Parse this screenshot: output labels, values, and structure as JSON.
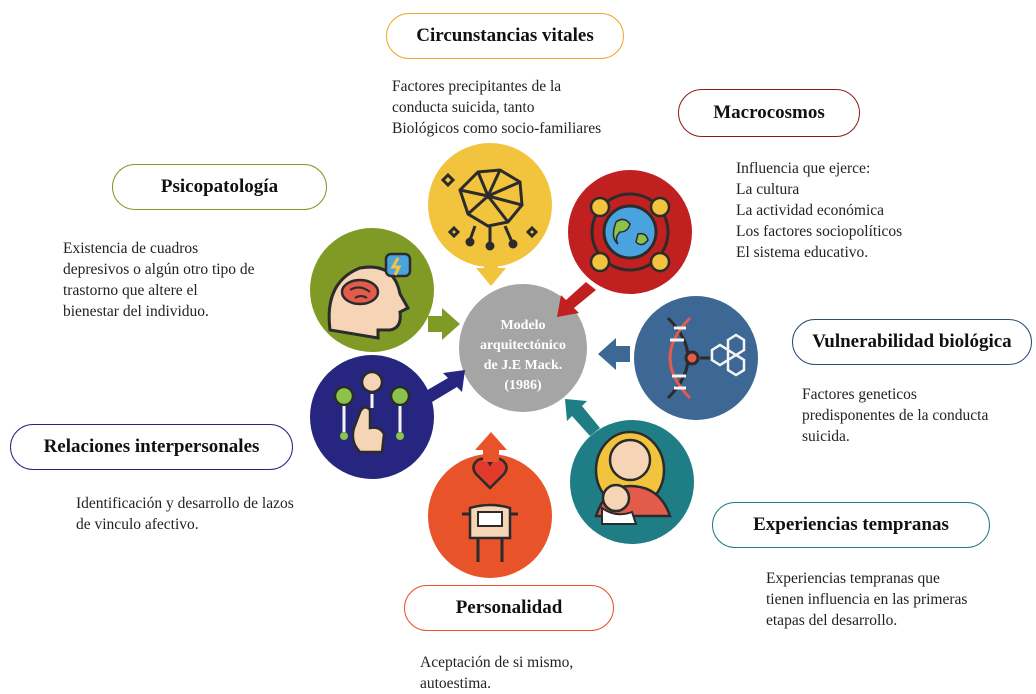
{
  "center": {
    "lines": [
      "Modelo",
      "arquitectónico",
      "de J.E Mack.",
      "(1986)"
    ]
  },
  "nodes": {
    "circunstancias": {
      "title": "Circunstancias vitales",
      "description": [
        "Factores precipitantes de la",
        "conducta suicida, tanto",
        "Biológicos como socio-familiares"
      ],
      "icon": "neural-network-icon",
      "color": "#f2c43d",
      "border": "#f0a830"
    },
    "macrocosmos": {
      "title": "Macrocosmos",
      "description": [
        "Influencia que ejerce:",
        "La cultura",
        "La actividad económica",
        "Los factores sociopolíticos",
        "El sistema educativo."
      ],
      "icon": "globe-network-icon",
      "color": "#c0201f",
      "border": "#8b1a1a"
    },
    "psicopatologia": {
      "title": "Psicopatología",
      "description": [
        "Existencia de cuadros",
        "depresivos o algún otro tipo de",
        "trastorno que altere el",
        "bienestar del individuo."
      ],
      "icon": "head-stress-icon",
      "color": "#7f9a25",
      "border": "#7f9a25"
    },
    "vulnerabilidad": {
      "title": "Vulnerabilidad biológica",
      "description": [
        "Factores geneticos",
        "predisponentes de la conducta",
        "suicida."
      ],
      "icon": "dna-icon",
      "color": "#3d6794",
      "border": "#2a4f78"
    },
    "relaciones": {
      "title": "Relaciones interpersonales",
      "description": [
        "Identificación y desarrollo de lazos",
        "de vinculo afectivo."
      ],
      "icon": "people-network-icon",
      "color": "#262680",
      "border": "#262680"
    },
    "experiencias": {
      "title": "Experiencias tempranas",
      "description": [
        "Experiencias tempranas que",
        "tienen influencia en las primeras",
        "etapas del desarrollo."
      ],
      "icon": "mother-baby-icon",
      "color": "#1f7d86",
      "border": "#1f7d86"
    },
    "personalidad": {
      "title": "Personalidad",
      "description": [
        "Aceptación de si mismo,",
        "autoestima."
      ],
      "icon": "person-heart-icon",
      "color": "#e8532a",
      "border": "#e8532a"
    }
  }
}
